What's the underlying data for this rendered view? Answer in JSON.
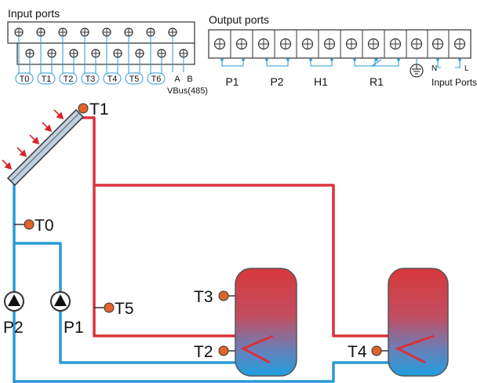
{
  "input_block": {
    "title": "Input ports",
    "sensor_labels": [
      "T0",
      "T1",
      "T2",
      "T3",
      "T4",
      "T5",
      "T6"
    ],
    "bus_a": "A",
    "bus_b": "B",
    "bus_label": "VBus(485)"
  },
  "output_block": {
    "title": "Output ports",
    "groups": [
      "P1",
      "P2",
      "H1",
      "R1"
    ],
    "neutral": "N",
    "live": "L",
    "power_label": "Input Ports"
  },
  "system": {
    "collector_sensor": "T1",
    "bypass_sensor": "T0",
    "pump_left": "P2",
    "pump_right": "P1",
    "return_sensor": "T5",
    "tank1_top_sensor": "T3",
    "tank1_bottom_sensor": "T2",
    "tank2_sensor": "T4"
  },
  "colors": {
    "hot_pipe": "#d8323c",
    "cold_pipe": "#2a9ad6",
    "sensor": "#e0642a",
    "arrow": "#d8232a"
  }
}
